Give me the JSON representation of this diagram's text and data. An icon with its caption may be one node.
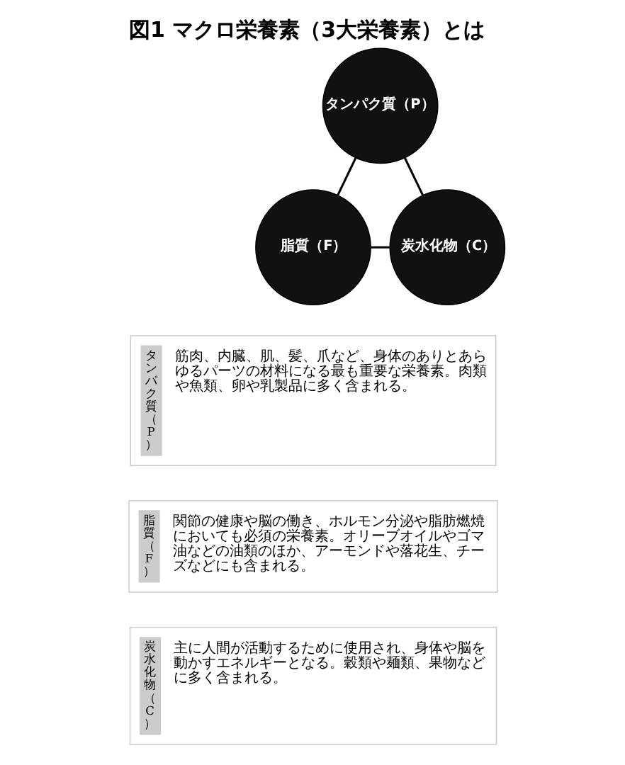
{
  "diagram": {
    "title": "図1 マクロ栄養素（3大栄養素）とは",
    "nodes": [
      {
        "text": [
          "タンパク質（P）"
        ]
      },
      {
        "text": [
          "脂質（F）"
        ]
      },
      {
        "text": [
          "炭水化物（C）"
        ]
      },
      {
        "text": [
          "タンパク質（P）",
          "筋肉、内臓、肌、髪、爪など、身体のありとあらゆるパーツの材料になる最も重要な栄養素。肉類や魚類、卵や乳製品に多く含まれる。"
        ]
      },
      {
        "text": [
          "脂質（F）",
          "関節の健康や脳の働き、ホルモン分泌や脂肪燃焼においても必須の栄養素。オリーブオイルやゴマ油などの油類のほか、アーモンドや落花生、チーズなどにも含まれる。"
        ]
      },
      {
        "text": [
          "炭水化物（C）",
          "主に人間が活動するために使用され、身体や脳を動かすエネルギーとなる。穀類や麺類、果物などに多く含まれる。"
        ]
      }
    ],
    "edges": [
      {
        "from": 0,
        "to": 1,
        "arrow": "none"
      },
      {
        "from": 0,
        "to": 2,
        "arrow": "none"
      },
      {
        "from": 1,
        "to": 2,
        "arrow": "none"
      }
    ]
  }
}
